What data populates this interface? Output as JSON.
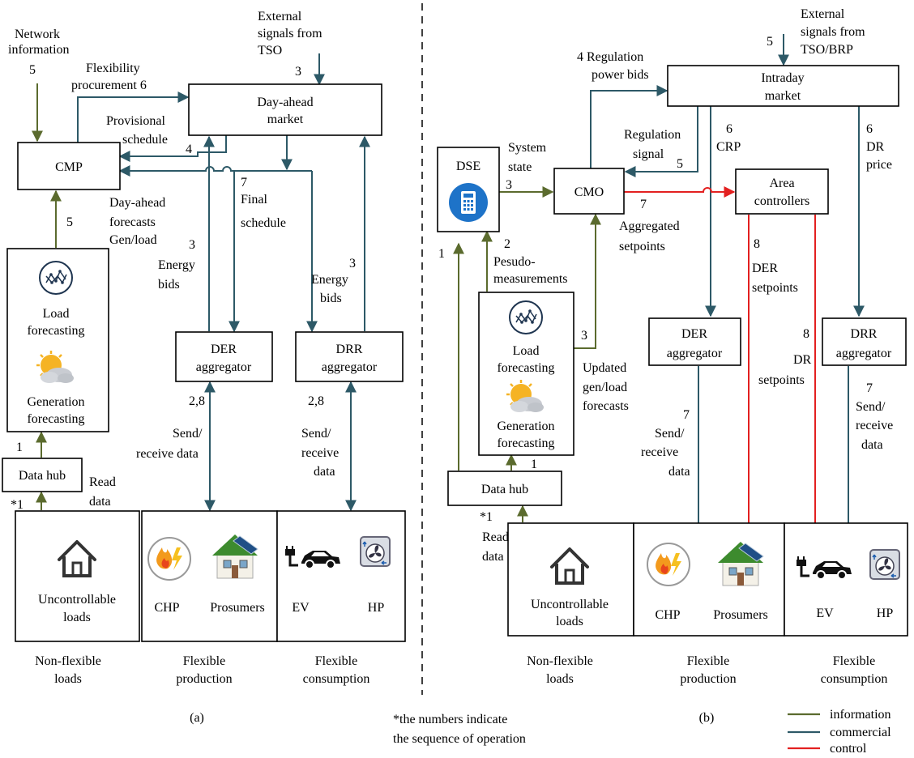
{
  "panel_a": {
    "label": "(a)",
    "cmp": "CMP",
    "day_ahead_market": [
      "Day-ahead",
      "market"
    ],
    "der_aggregator": [
      "DER",
      "aggregator"
    ],
    "drr_aggregator": [
      "DRR",
      "aggregator"
    ],
    "data_hub": "Data hub",
    "load_forecasting": [
      "Load",
      "forecasting"
    ],
    "generation_forecasting": [
      "Generation",
      "forecasting"
    ],
    "network_information": [
      "Network",
      "information"
    ],
    "n5_network": "5",
    "external_signals": [
      "External",
      "signals from",
      "TSO"
    ],
    "n3_external": "3",
    "flexibility_procurement": [
      "Flexibility",
      "procurement 6"
    ],
    "provisional_schedule": [
      "Provisional",
      "schedule"
    ],
    "n4": "4",
    "final_schedule": [
      "7",
      "Final",
      "schedule"
    ],
    "day_ahead_forecasts": [
      "Day-ahead",
      "forecasts",
      "Gen/load"
    ],
    "n5_forecasts": "5",
    "energy_bids_der": [
      "3",
      "Energy",
      "bids"
    ],
    "energy_bids_drr": [
      "3",
      "Energy",
      "bids"
    ],
    "send_receive_der": [
      "2,8",
      "Send/",
      "receive data"
    ],
    "send_receive_drr": [
      "2,8",
      "Send/",
      "receive",
      "data"
    ],
    "n1": "1",
    "read_data": [
      "Read",
      "data"
    ],
    "star1": "*1",
    "uncontrollable_loads": [
      "Uncontrollable",
      "loads"
    ],
    "chp": "CHP",
    "prosumers": "Prosumers",
    "ev": "EV",
    "hp": "HP",
    "non_flexible_loads": [
      "Non-flexible",
      "loads"
    ],
    "flexible_production": [
      "Flexible",
      "production"
    ],
    "flexible_consumption": [
      "Flexible",
      "consumption"
    ]
  },
  "panel_b": {
    "label": "(b)",
    "intraday_market": [
      "Intraday",
      "market"
    ],
    "cmo": "CMO",
    "dse": "DSE",
    "area_controllers": [
      "Area",
      "controllers"
    ],
    "der_aggregator": [
      "DER",
      "aggregator"
    ],
    "drr_aggregator": [
      "DRR",
      "aggregator"
    ],
    "data_hub": "Data hub",
    "load_forecasting": [
      "Load",
      "forecasting"
    ],
    "generation_forecasting": [
      "Generation",
      "forecasting"
    ],
    "external_signals": [
      "External",
      "signals from",
      "TSO/BRP"
    ],
    "n5_external": "5",
    "regulation_power_bids": [
      "4 Regulation",
      "power bids"
    ],
    "regulation_signal": [
      "Regulation",
      "signal"
    ],
    "n5_reg": "5",
    "crp": [
      "6",
      "CRP"
    ],
    "dr_price": [
      "6",
      "DR",
      "price"
    ],
    "system_state": [
      "System",
      "state"
    ],
    "n3_state": "3",
    "n7_agg": "7",
    "aggregated_setpoints": [
      "Aggregated",
      "setpoints"
    ],
    "pseudo_measurements": [
      "2",
      "Pesudo-",
      "measurements"
    ],
    "n1_dse": "1",
    "n3_forecast": "3",
    "updated_forecasts": [
      "Updated",
      "gen/load",
      "forecasts"
    ],
    "der_setpoints": [
      "8",
      "DER",
      "setpoints"
    ],
    "dr_setpoints": [
      "8",
      "DR",
      "setpoints"
    ],
    "send_receive_der": [
      "7",
      "Send/",
      "receive",
      "data"
    ],
    "send_receive_drr": [
      "7",
      "Send/",
      "receive",
      "data"
    ],
    "n1_hub": "1",
    "read_data": [
      "*1",
      "Read",
      "data"
    ],
    "uncontrollable_loads": [
      "Uncontrollable",
      "loads"
    ],
    "chp": "CHP",
    "prosumers": "Prosumers",
    "ev": "EV",
    "hp": "HP",
    "non_flexible_loads": [
      "Non-flexible",
      "loads"
    ],
    "flexible_production": [
      "Flexible",
      "production"
    ],
    "flexible_consumption": [
      "Flexible",
      "consumption"
    ]
  },
  "footnote": [
    "*the numbers indicate",
    "the sequence of operation"
  ],
  "legend": [
    {
      "label": "information",
      "color": "#5b6b2e"
    },
    {
      "label": "commercial",
      "color": "#2d5967"
    },
    {
      "label": "control",
      "color": "#e32020"
    }
  ],
  "colors": {
    "information": "#5b6b2e",
    "commercial": "#2d5967",
    "control": "#e32020",
    "sun": "#f5b324",
    "cloud": "#c9ccd2",
    "roof": "#3d8b2e",
    "flame": "#f39a1d",
    "bolt": "#f6c01f"
  }
}
